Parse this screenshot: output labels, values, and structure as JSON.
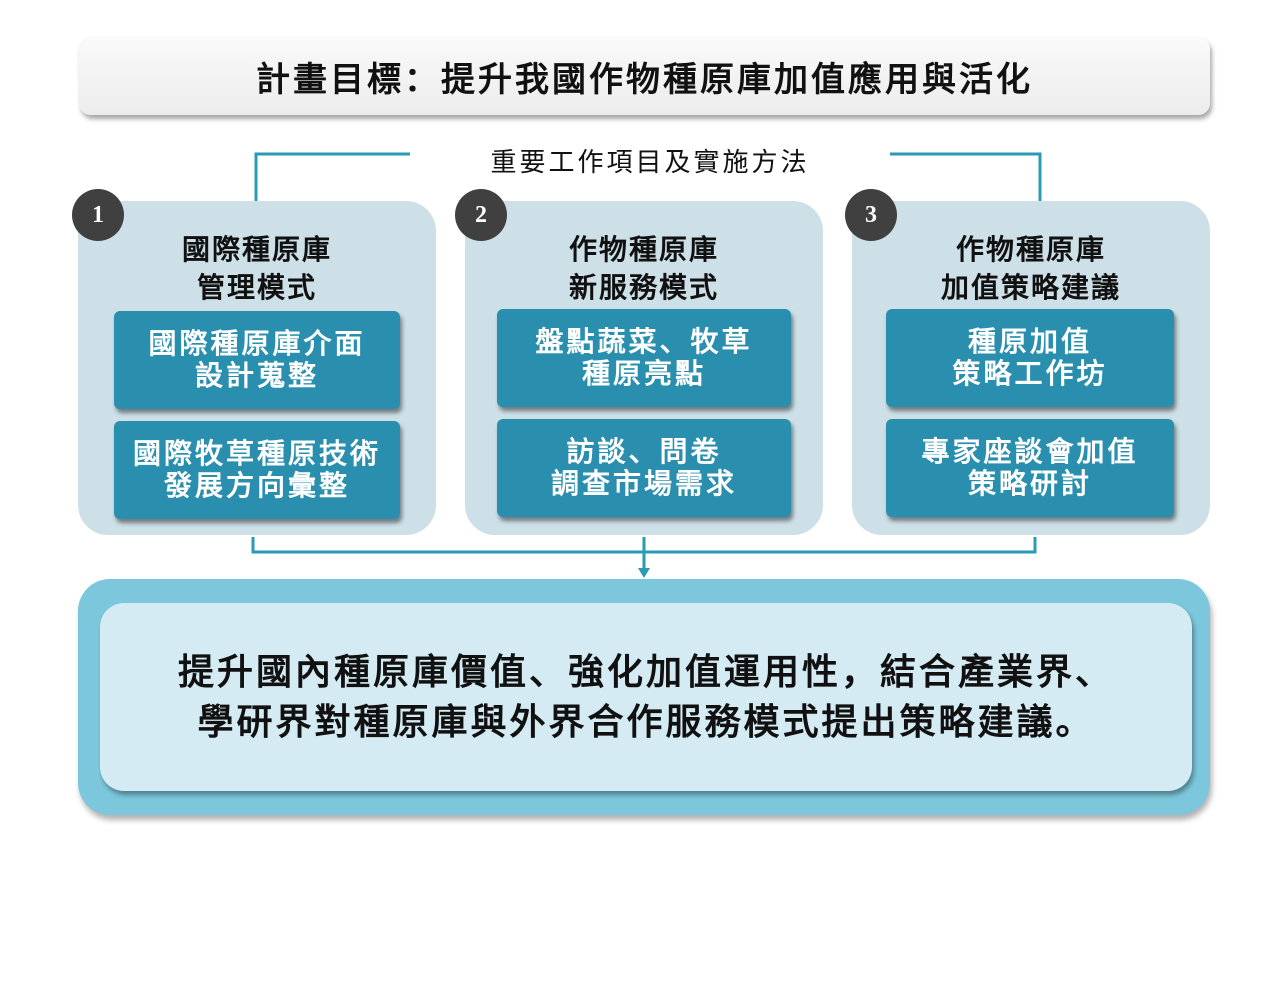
{
  "title": "計畫目標：提升我國作物種原庫加值應用與活化",
  "section_label": "重要工作項目及實施方法",
  "colors": {
    "panel_bg": "#cde0e8",
    "task_bg": "#2a8fae",
    "badge_bg": "#404040",
    "connector": "#2a9bb5",
    "outcome_outer": "#7cc7dc",
    "outcome_inner": "#d4ebf3"
  },
  "panels": [
    {
      "number": "1",
      "title_line1": "國際種原庫",
      "title_line2": "管理模式",
      "tasks": [
        {
          "line1": "國際種原庫介面",
          "line2": "設計蒐整"
        },
        {
          "line1": "國際牧草種原技術",
          "line2": "發展方向彙整"
        }
      ]
    },
    {
      "number": "2",
      "title_line1": "作物種原庫",
      "title_line2": "新服務模式",
      "tasks": [
        {
          "line1": "盤點蔬菜、牧草",
          "line2": "種原亮點"
        },
        {
          "line1": "訪談、問卷",
          "line2": "調查市場需求"
        }
      ]
    },
    {
      "number": "3",
      "title_line1": "作物種原庫",
      "title_line2": "加值策略建議",
      "tasks": [
        {
          "line1": "種原加值",
          "line2": "策略工作坊"
        },
        {
          "line1": "專家座談會加值",
          "line2": "策略研討"
        }
      ]
    }
  ],
  "outcome": {
    "line1": "提升國內種原庫價值、強化加值運用性，結合產業界、",
    "line2": "學研界對種原庫與外界合作服務模式提出策略建議。"
  }
}
